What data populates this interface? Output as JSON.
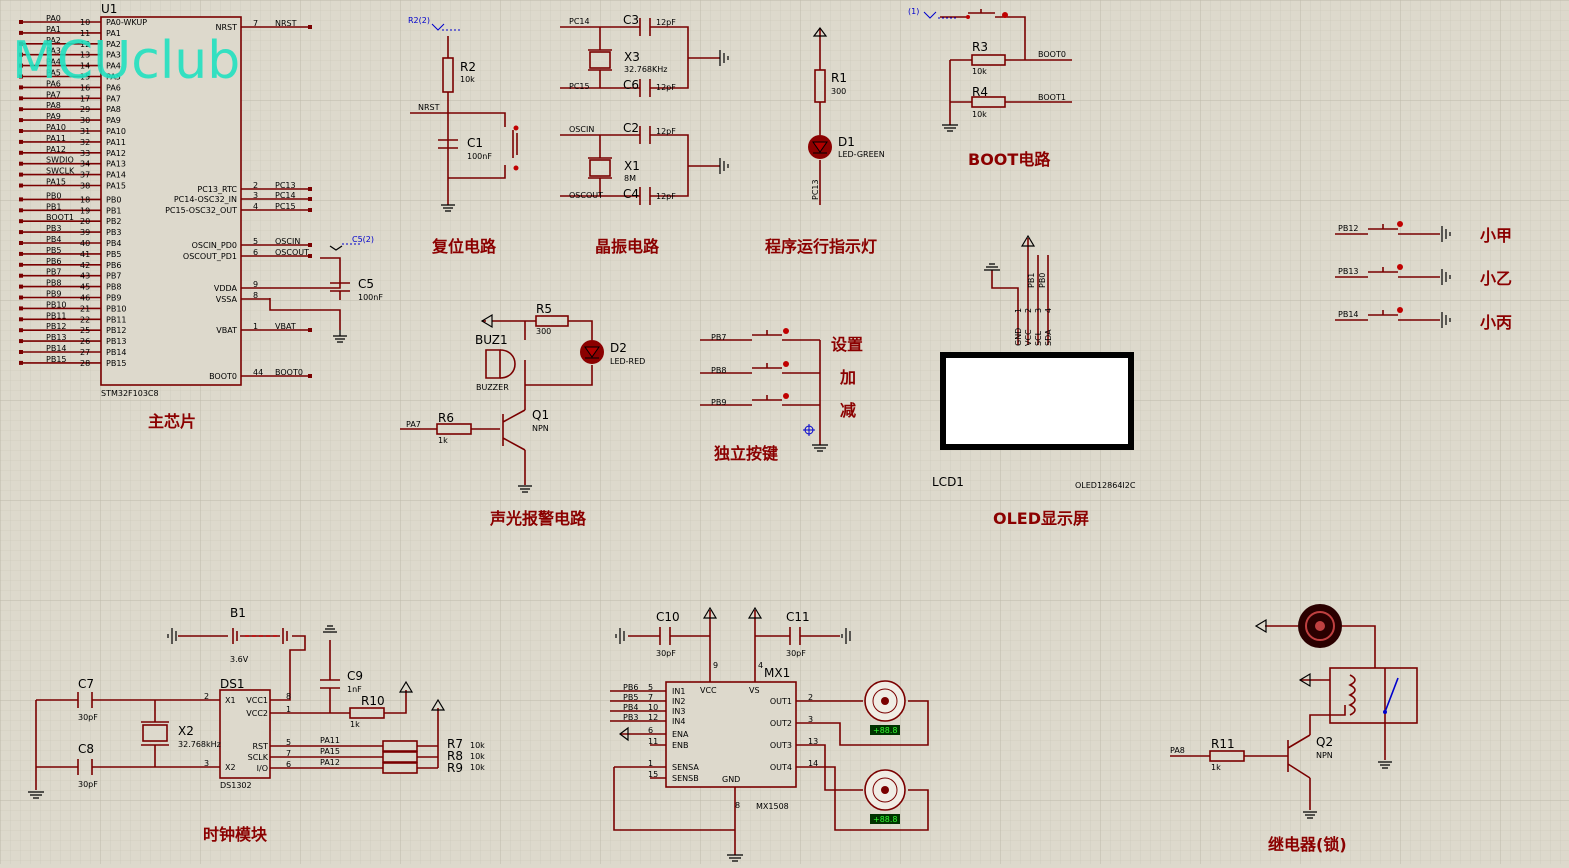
{
  "watermark": "MCUclub",
  "titles": {
    "main_chip": "主芯片",
    "reset": "复位电路",
    "crystal": "晶振电路",
    "run_led": "程序运行指示灯",
    "boot": "BOOT电路",
    "buzzer": "声光报警电路",
    "keys": "独立按键",
    "oled": "OLED显示屏",
    "clock": "时钟模块",
    "relay": "继电器(锁)",
    "key_set": "设置",
    "key_add": "加",
    "key_sub": "减",
    "xiaojia": "小甲",
    "xiaoyi": "小乙",
    "xiaobing": "小丙"
  },
  "mcu": {
    "ref": "U1",
    "part": "STM32F103C8",
    "left_pins": [
      {
        "net": "PA0",
        "num": "10",
        "name": "PA0-WKUP"
      },
      {
        "net": "PA1",
        "num": "11",
        "name": "PA1"
      },
      {
        "net": "PA2",
        "num": "12",
        "name": "PA2"
      },
      {
        "net": "PA3",
        "num": "13",
        "name": "PA3"
      },
      {
        "net": "PA4",
        "num": "14",
        "name": "PA4"
      },
      {
        "net": "PA5",
        "num": "15",
        "name": "PA5"
      },
      {
        "net": "PA6",
        "num": "16",
        "name": "PA6"
      },
      {
        "net": "PA7",
        "num": "17",
        "name": "PA7"
      },
      {
        "net": "PA8",
        "num": "29",
        "name": "PA8"
      },
      {
        "net": "PA9",
        "num": "30",
        "name": "PA9"
      },
      {
        "net": "PA10",
        "num": "31",
        "name": "PA10"
      },
      {
        "net": "PA11",
        "num": "32",
        "name": "PA11"
      },
      {
        "net": "PA12",
        "num": "33",
        "name": "PA12"
      },
      {
        "net": "SWDIO",
        "num": "34",
        "name": "PA13"
      },
      {
        "net": "SWCLK",
        "num": "37",
        "name": "PA14"
      },
      {
        "net": "PA15",
        "num": "38",
        "name": "PA15"
      },
      {
        "net": "PB0",
        "num": "18",
        "name": "PB0"
      },
      {
        "net": "PB1",
        "num": "19",
        "name": "PB1"
      },
      {
        "net": "BOOT1",
        "num": "20",
        "name": "PB2"
      },
      {
        "net": "PB3",
        "num": "39",
        "name": "PB3"
      },
      {
        "net": "PB4",
        "num": "40",
        "name": "PB4"
      },
      {
        "net": "PB5",
        "num": "41",
        "name": "PB5"
      },
      {
        "net": "PB6",
        "num": "42",
        "name": "PB6"
      },
      {
        "net": "PB7",
        "num": "43",
        "name": "PB7"
      },
      {
        "net": "PB8",
        "num": "45",
        "name": "PB8"
      },
      {
        "net": "PB9",
        "num": "46",
        "name": "PB9"
      },
      {
        "net": "PB10",
        "num": "21",
        "name": "PB10"
      },
      {
        "net": "PB11",
        "num": "22",
        "name": "PB11"
      },
      {
        "net": "PB12",
        "num": "25",
        "name": "PB12"
      },
      {
        "net": "PB13",
        "num": "26",
        "name": "PB13"
      },
      {
        "net": "PB14",
        "num": "27",
        "name": "PB14"
      },
      {
        "net": "PB15",
        "num": "28",
        "name": "PB15"
      }
    ],
    "right_pins": [
      {
        "name": "NRST",
        "num": "7",
        "net": "NRST"
      },
      {
        "name": "PC13_RTC",
        "num": "2",
        "net": "PC13"
      },
      {
        "name": "PC14-OSC32_IN",
        "num": "3",
        "net": "PC14"
      },
      {
        "name": "PC15-OSC32_OUT",
        "num": "4",
        "net": "PC15"
      },
      {
        "name": "OSCIN_PD0",
        "num": "5",
        "net": "OSCIN"
      },
      {
        "name": "OSCOUT_PD1",
        "num": "6",
        "net": "OSCOUT"
      },
      {
        "name": "VDDA",
        "num": "9",
        "net": ""
      },
      {
        "name": "VSSA",
        "num": "8",
        "net": ""
      },
      {
        "name": "VBAT",
        "num": "1",
        "net": "VBAT"
      },
      {
        "name": "BOOT0",
        "num": "44",
        "net": "BOOT0"
      }
    ]
  },
  "c5": {
    "ref": "C5",
    "val": "100nF",
    "probe": "C5(2)"
  },
  "reset": {
    "r2": "R2",
    "r2v": "10k",
    "c1": "C1",
    "c1v": "100nF",
    "net": "NRST",
    "probe": "R2(2)"
  },
  "crystal": {
    "c3": "C3",
    "c3v": "12pF",
    "x3": "X3",
    "x3v": "32.768KHz",
    "c6": "C6",
    "c6v": "12pF",
    "c2": "C2",
    "c2v": "12pF",
    "x1": "X1",
    "x1v": "8M",
    "c4": "C4",
    "c4v": "12pF",
    "n1": "PC14",
    "n2": "PC15",
    "n3": "OSCIN",
    "n4": "OSCOUT"
  },
  "runled": {
    "r1": "R1",
    "r1v": "300",
    "d1": "D1",
    "d1v": "LED-GREEN",
    "net": "PC13"
  },
  "boot": {
    "r3": "R3",
    "r3v": "10k",
    "r4": "R4",
    "r4v": "10k",
    "n0": "BOOT0",
    "n1": "BOOT1",
    "probe": "(1)"
  },
  "buzzer": {
    "buz": "BUZ1",
    "buzv": "BUZZER",
    "r5": "R5",
    "r5v": "300",
    "d2": "D2",
    "d2v": "LED-RED",
    "r6": "R6",
    "r6v": "1k",
    "q1": "Q1",
    "q1v": "NPN",
    "net": "PA7"
  },
  "keys": {
    "k1": "PB7",
    "k2": "PB8",
    "k3": "PB9"
  },
  "rkeys": {
    "k1": "PB12",
    "k2": "PB13",
    "k3": "PB14"
  },
  "oled": {
    "ref": "LCD1",
    "part": "OLED12864I2C",
    "pins": [
      "GND",
      "VCC",
      "SCL",
      "SDA"
    ],
    "pnums": [
      "1",
      "2",
      "3",
      "4"
    ],
    "nets": [
      "PB1",
      "PB0"
    ]
  },
  "clock": {
    "b1": "B1",
    "b1v": "3.6V",
    "ds": "DS1",
    "dsv": "DS1302",
    "c7": "C7",
    "c7v": "30pF",
    "c8": "C8",
    "c8v": "30pF",
    "x2": "X2",
    "x2v": "32.768kHz",
    "c9": "C9",
    "c9v": "1nF",
    "r10": "R10",
    "r10v": "1k",
    "r7": "R7",
    "r8": "R8",
    "r9": "R9",
    "rv": "10k",
    "pins_l": [
      {
        "n": "X1",
        "p": "2"
      },
      {
        "n": "X2",
        "p": "3"
      }
    ],
    "pins_r": [
      {
        "n": "VCC1",
        "p": "8"
      },
      {
        "n": "VCC2",
        "p": "1"
      },
      {
        "n": "RST",
        "p": "5"
      },
      {
        "n": "SCLK",
        "p": "7"
      },
      {
        "n": "I/O",
        "p": "6"
      }
    ],
    "nets": [
      "PA11",
      "PA15",
      "PA12"
    ]
  },
  "motor": {
    "ref": "MX1",
    "part": "MX1508",
    "c10": "C10",
    "c10v": "30pF",
    "c11": "C11",
    "c11v": "30pF",
    "inputs": [
      {
        "net": "PB6",
        "p": "5",
        "n": "IN1"
      },
      {
        "net": "PB5",
        "p": "7",
        "n": "IN2"
      },
      {
        "net": "PB4",
        "p": "10",
        "n": "IN3"
      },
      {
        "net": "PB3",
        "p": "12",
        "n": "IN4"
      },
      {
        "net": "",
        "p": "6",
        "n": "ENA"
      },
      {
        "net": "",
        "p": "11",
        "n": "ENB"
      },
      {
        "net": "",
        "p": "1",
        "n": "SENSA"
      },
      {
        "net": "",
        "p": "15",
        "n": "SENSB"
      }
    ],
    "outputs": [
      {
        "p": "2",
        "n": "OUT1"
      },
      {
        "p": "3",
        "n": "OUT2"
      },
      {
        "p": "13",
        "n": "OUT3"
      },
      {
        "p": "14",
        "n": "OUT4"
      }
    ],
    "top": [
      {
        "p": "9",
        "n": "VCC"
      },
      {
        "p": "4",
        "n": "VS"
      }
    ],
    "gnd": {
      "p": "8",
      "n": "GND"
    },
    "readout": "+88.8"
  },
  "relay": {
    "r11": "R11",
    "r11v": "1k",
    "q2": "Q2",
    "q2v": "NPN",
    "net": "PA8"
  }
}
